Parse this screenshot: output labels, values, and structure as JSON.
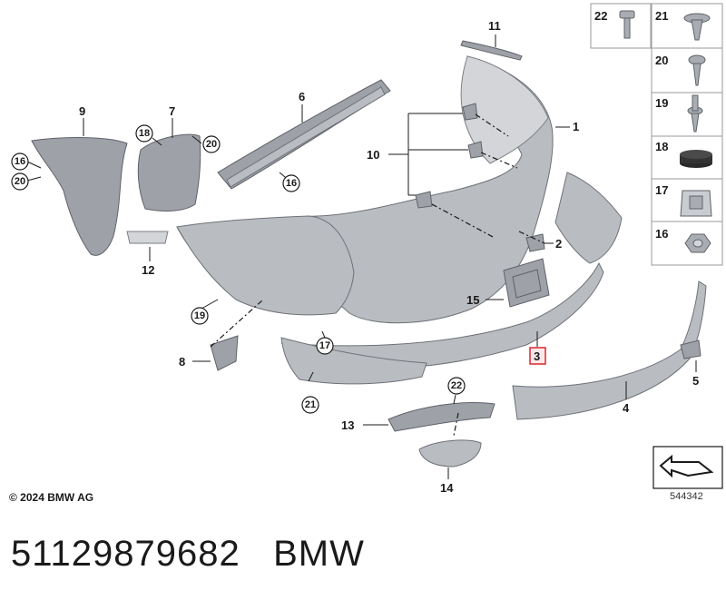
{
  "callouts": {
    "c1": "1",
    "c2": "2",
    "c3": "3",
    "c4": "4",
    "c5": "5",
    "c6": "6",
    "c7": "7",
    "c8": "8",
    "c9": "9",
    "c10": "10",
    "c11": "11",
    "c12": "12",
    "c13": "13",
    "c14": "14",
    "c15": "15",
    "c16a": "16",
    "c16b": "16",
    "c17": "17",
    "c18": "18",
    "c19": "19",
    "c20a": "20",
    "c20b": "20",
    "c21": "21",
    "c22": "22"
  },
  "side_legend": {
    "items": [
      "22",
      "21",
      "20",
      "19",
      "18",
      "17",
      "16"
    ]
  },
  "highlight_color": "#d9282f",
  "footer": {
    "copyright": "© 2024 BMW AG",
    "diagram_number": "544342",
    "part_number": "51129879682",
    "brand": "BMW"
  }
}
